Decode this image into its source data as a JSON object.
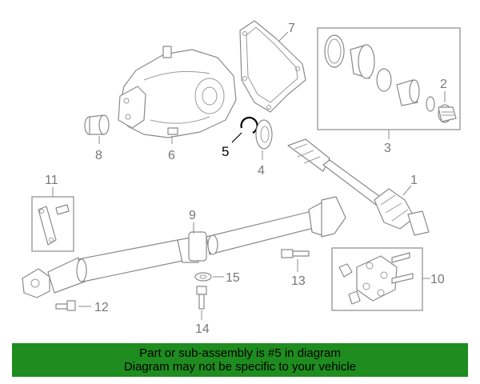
{
  "diagram": {
    "callouts": [
      "1",
      "2",
      "3",
      "4",
      "5",
      "6",
      "7",
      "8",
      "9",
      "10",
      "11",
      "12",
      "13",
      "14",
      "15"
    ],
    "highlighted_part": "5"
  },
  "notice": {
    "line1": "Part or sub-assembly is #5 in diagram",
    "line2": "Diagram may not be specific to your vehicle",
    "background_color": "#1e8c1e"
  }
}
